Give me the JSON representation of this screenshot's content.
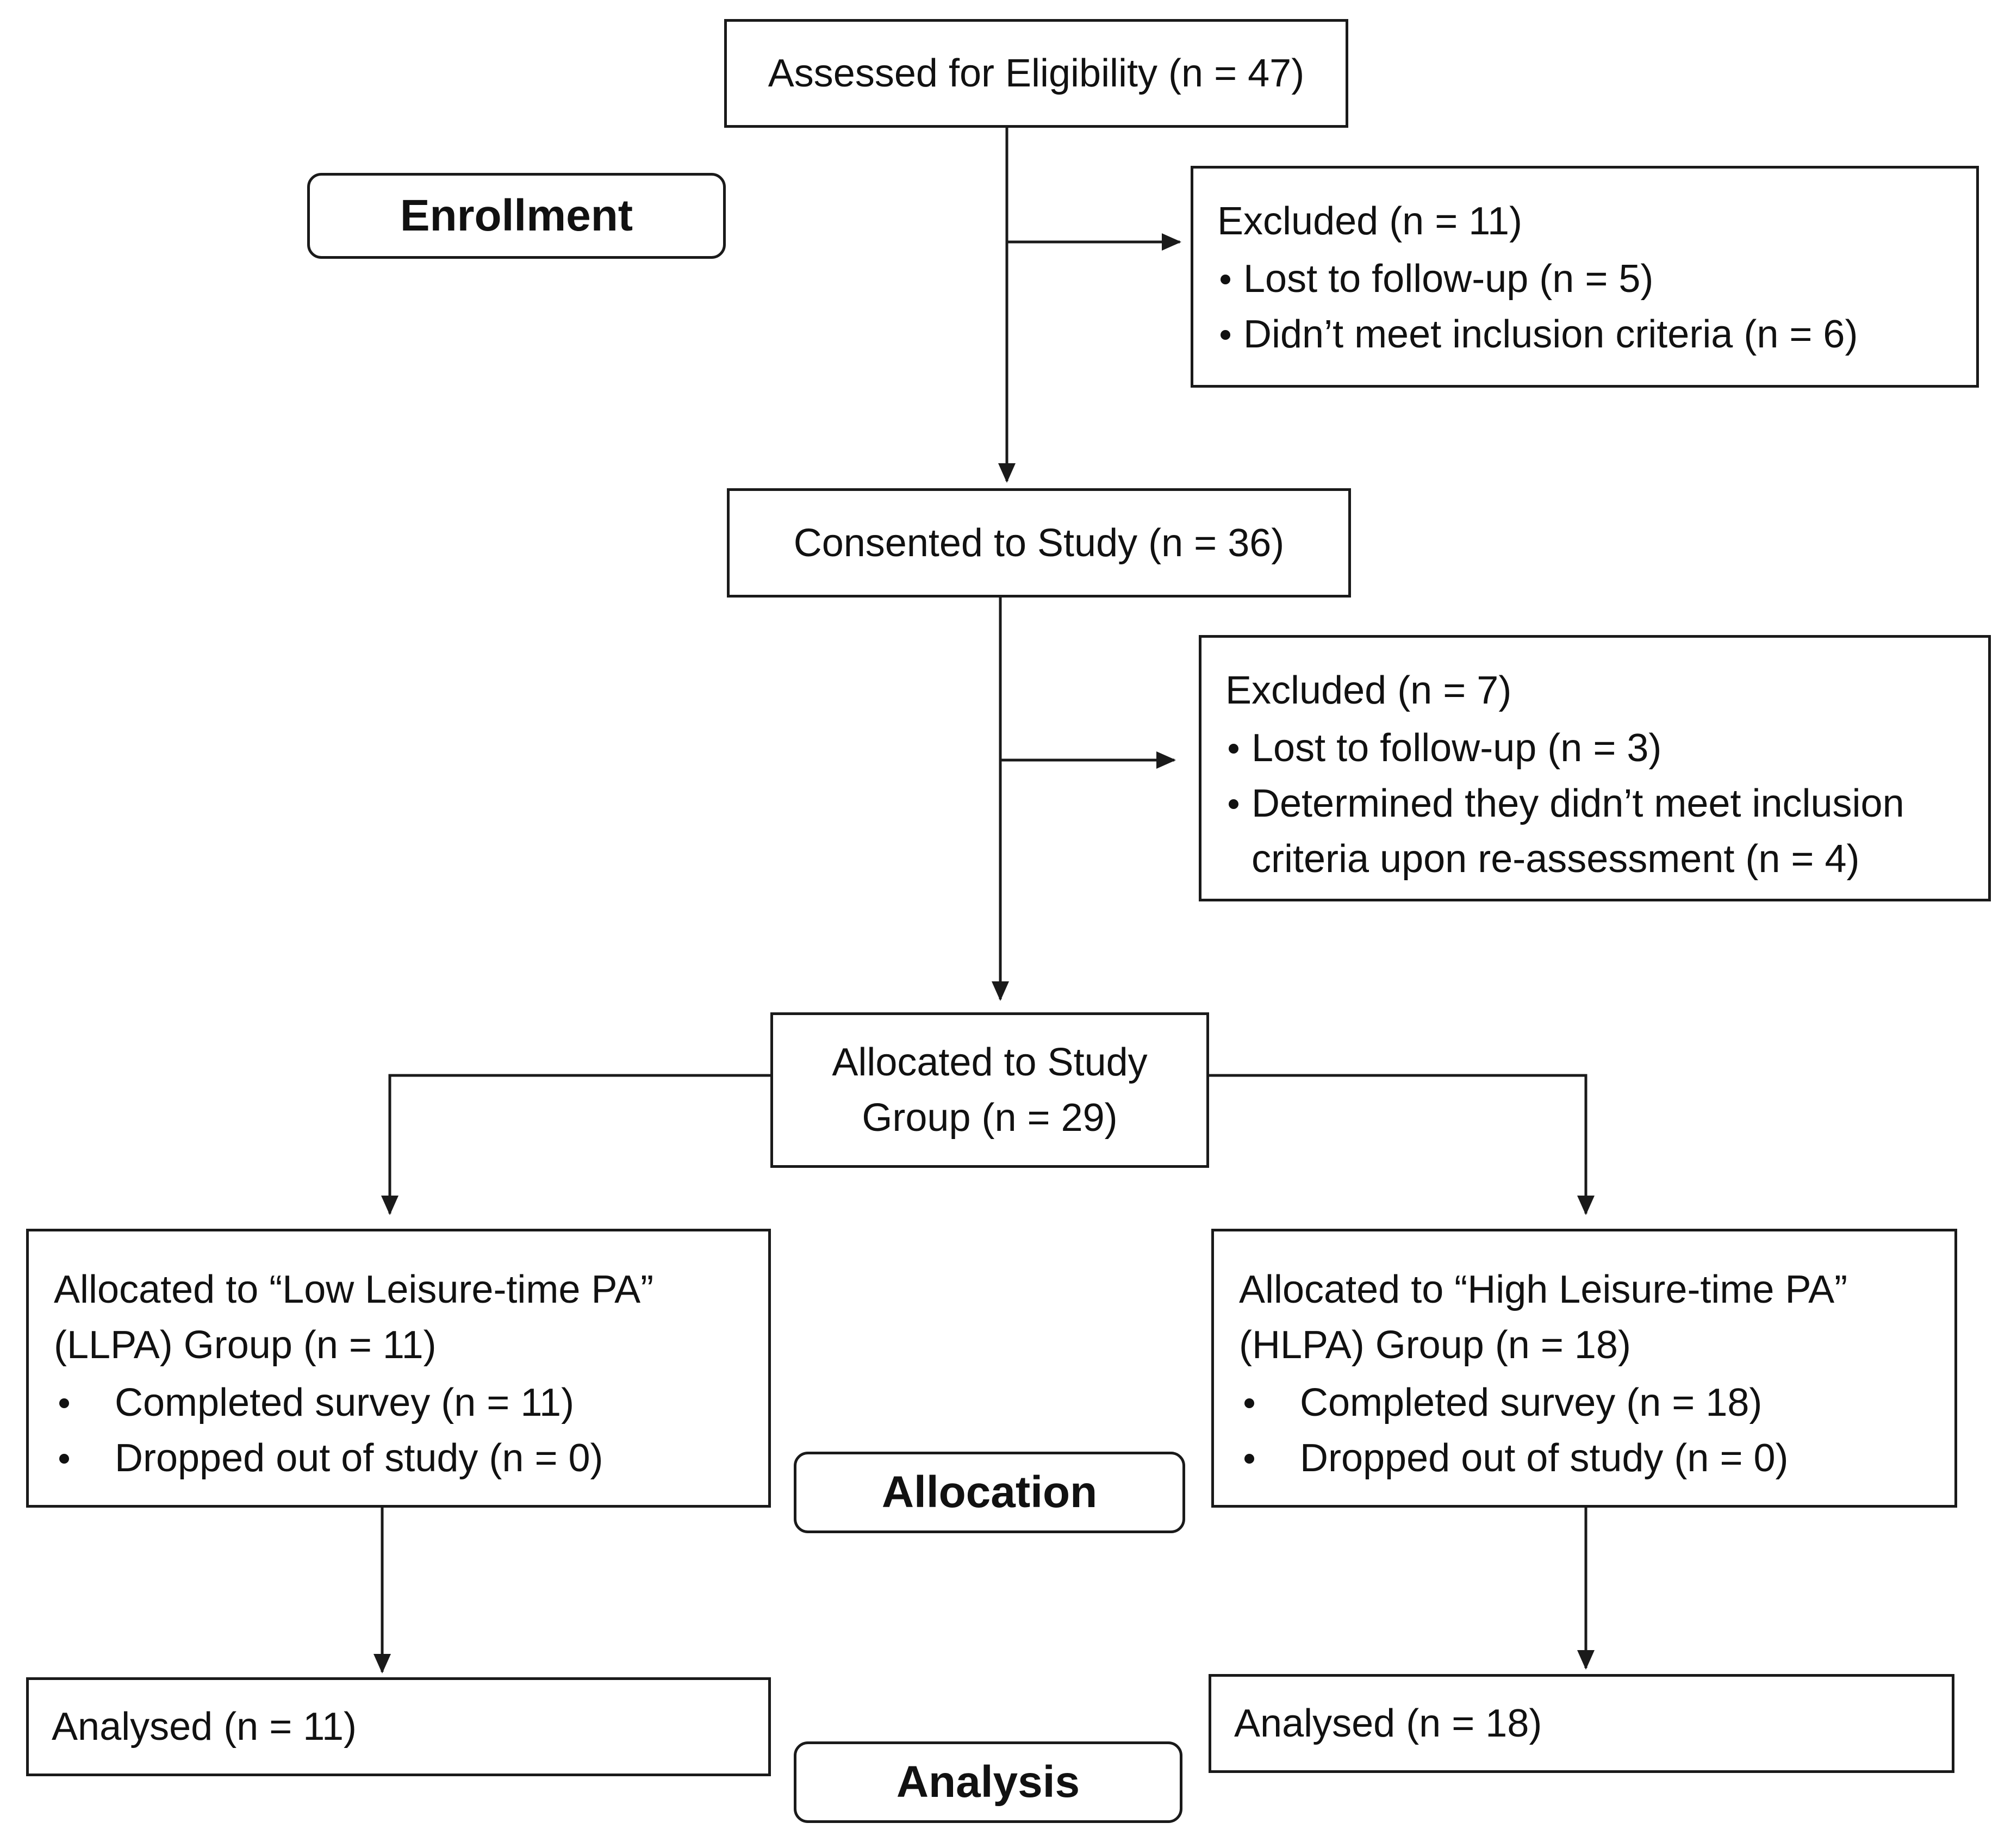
{
  "stages": {
    "enrollment": "Enrollment",
    "allocation": "Allocation",
    "analysis": "Analysis"
  },
  "boxes": {
    "assessed": "Assessed for Eligibility (n = 47)",
    "excluded1": {
      "heading": "Excluded (n = 11)",
      "items": [
        "Lost to follow-up (n = 5)",
        "Didn’t meet inclusion criteria (n = 6)"
      ]
    },
    "consented": "Consented to Study (n = 36)",
    "excluded2": {
      "heading": "Excluded (n = 7)",
      "items": [
        "Lost to follow-up (n = 3)",
        "Determined they didn’t meet inclusion criteria upon re-assessment (n = 4)"
      ]
    },
    "allocated": {
      "line1": "Allocated to Study",
      "line2": "Group (n = 29)"
    },
    "llpa": {
      "line1": "Allocated to “Low Leisure-time PA”",
      "line2": "(LLPA) Group (n = 11)",
      "items": [
        "Completed survey (n = 11)",
        "Dropped out of study (n = 0)"
      ]
    },
    "hlpa": {
      "line1": "Allocated to “High Leisure-time PA”",
      "line2": "(HLPA) Group (n = 18)",
      "items": [
        "Completed survey (n = 18)",
        "Dropped out of study (n = 0)"
      ]
    },
    "analysed_llpa": "Analysed (n = 11)",
    "analysed_hlpa": "Analysed (n = 18)"
  }
}
